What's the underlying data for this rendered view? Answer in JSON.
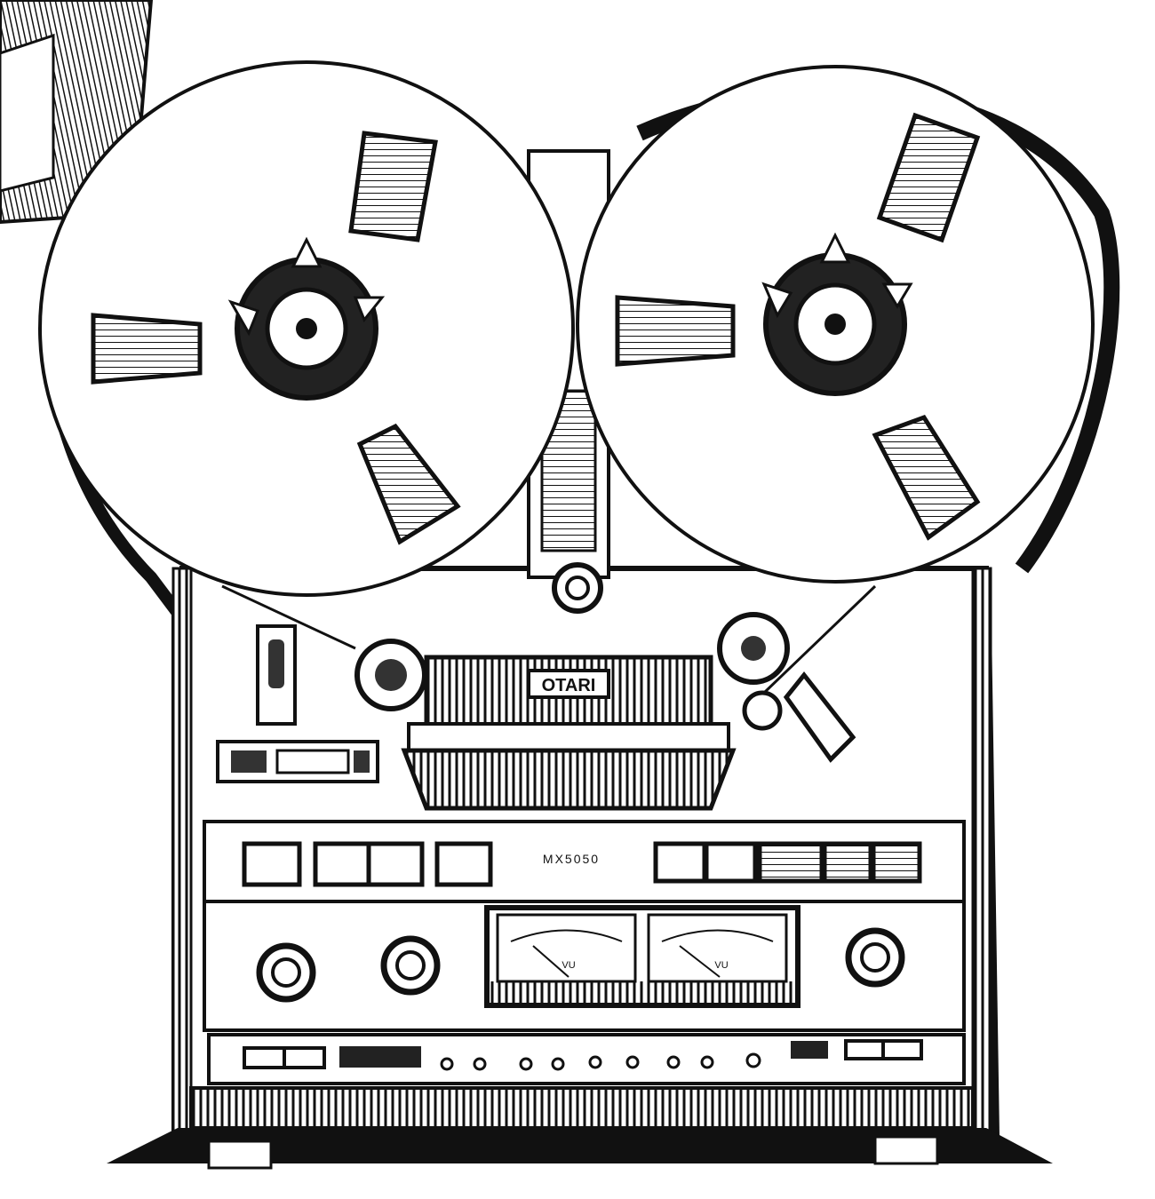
{
  "brand": {
    "name": "OTARI"
  },
  "model": {
    "label": "MX5050"
  },
  "meters": {
    "left": {
      "unit": "VU"
    },
    "right": {
      "unit": "VU"
    }
  },
  "colors": {
    "ink": "#111111",
    "paper": "#ffffff",
    "grey": "#6b6b6b"
  }
}
